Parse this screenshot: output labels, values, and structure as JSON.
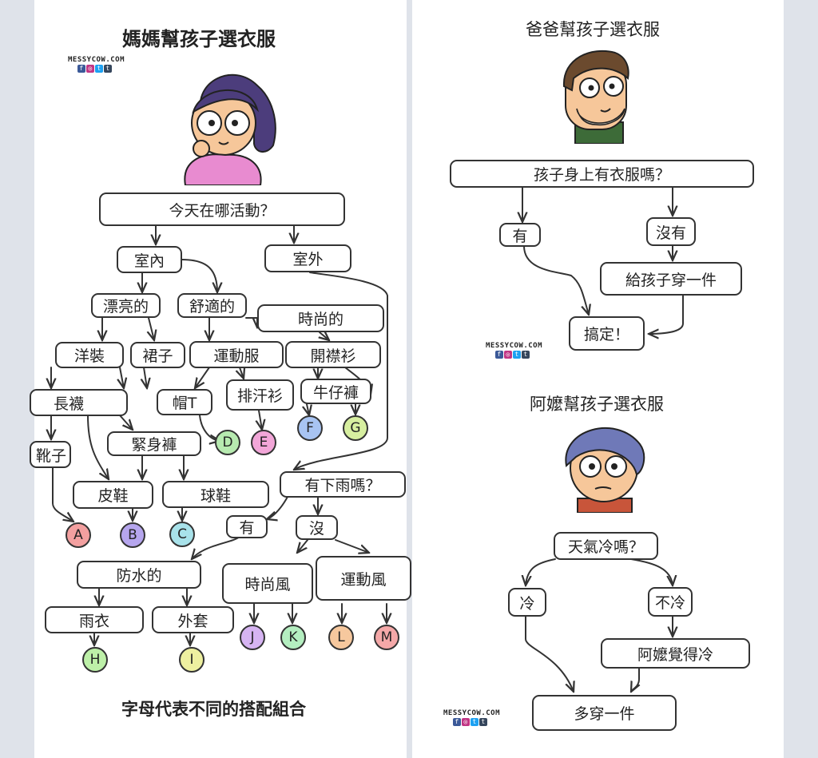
{
  "logo": {
    "wordmark": "MESSYCOW.COM",
    "social_icons": [
      "facebook-icon",
      "instagram-icon",
      "twitter-icon",
      "tumblr-icon"
    ]
  },
  "mom_chart": {
    "title": "媽媽幫孩子選衣服",
    "footer": "字母代表不同的搭配組合",
    "nodes": {
      "where_today": "今天在哪活動？",
      "indoor": "室內",
      "outdoor": "室外",
      "pretty": "漂亮的",
      "comfortable": "舒適的",
      "fashionable": "時尚的",
      "dress": "洋裝",
      "skirt": "裙子",
      "sportswear": "運動服",
      "cardigan": "開襟衫",
      "long_socks": "長襪",
      "hat_t": "帽T",
      "sweatshirt": "排汗衫",
      "jeans": "牛仔褲",
      "boots": "靴子",
      "leggings": "緊身褲",
      "leather_shoes": "皮鞋",
      "sneakers": "球鞋",
      "raining": "有下雨嗎？",
      "yes": "有",
      "no": "沒",
      "waterproof": "防水的",
      "fashion_style": "時尚風",
      "sport_style": "運動風",
      "raincoat": "雨衣",
      "jacket": "外套"
    },
    "outcomes": [
      {
        "letter": "A",
        "color": "#f3a0a0"
      },
      {
        "letter": "B",
        "color": "#b6a6ee"
      },
      {
        "letter": "C",
        "color": "#a8e2ea"
      },
      {
        "letter": "D",
        "color": "#b7eab0"
      },
      {
        "letter": "E",
        "color": "#f2a6d8"
      },
      {
        "letter": "F",
        "color": "#a8c4f2"
      },
      {
        "letter": "G",
        "color": "#d7efa0"
      },
      {
        "letter": "H",
        "color": "#bdf0a8"
      },
      {
        "letter": "I",
        "color": "#eef0a0"
      },
      {
        "letter": "J",
        "color": "#d6b4f2"
      },
      {
        "letter": "K",
        "color": "#b4eec0"
      },
      {
        "letter": "L",
        "color": "#f6c89e"
      },
      {
        "letter": "M",
        "color": "#f4a8a8"
      }
    ]
  },
  "dad_chart": {
    "title": "爸爸幫孩子選衣服",
    "nodes": {
      "has_clothes": "孩子身上有衣服嗎？",
      "yes": "有",
      "no": "沒有",
      "put_on": "給孩子穿一件",
      "done": "搞定！"
    }
  },
  "grandma_chart": {
    "title": "阿嬤幫孩子選衣服",
    "nodes": {
      "is_cold": "天氣冷嗎？",
      "cold": "冷",
      "not_cold": "不冷",
      "grandma_feels_cold": "阿嬤覺得冷",
      "wear_more": "多穿一件"
    }
  },
  "colors": {
    "mom_hair": "#4c3d7c",
    "mom_shirt": "#e88bd0",
    "skin": "#f6c79a",
    "dad_hair": "#6b4a2e",
    "dad_shirt": "#3d6b38",
    "grandma_hair": "#6f79b8",
    "grandma_shirt": "#c8553a"
  }
}
